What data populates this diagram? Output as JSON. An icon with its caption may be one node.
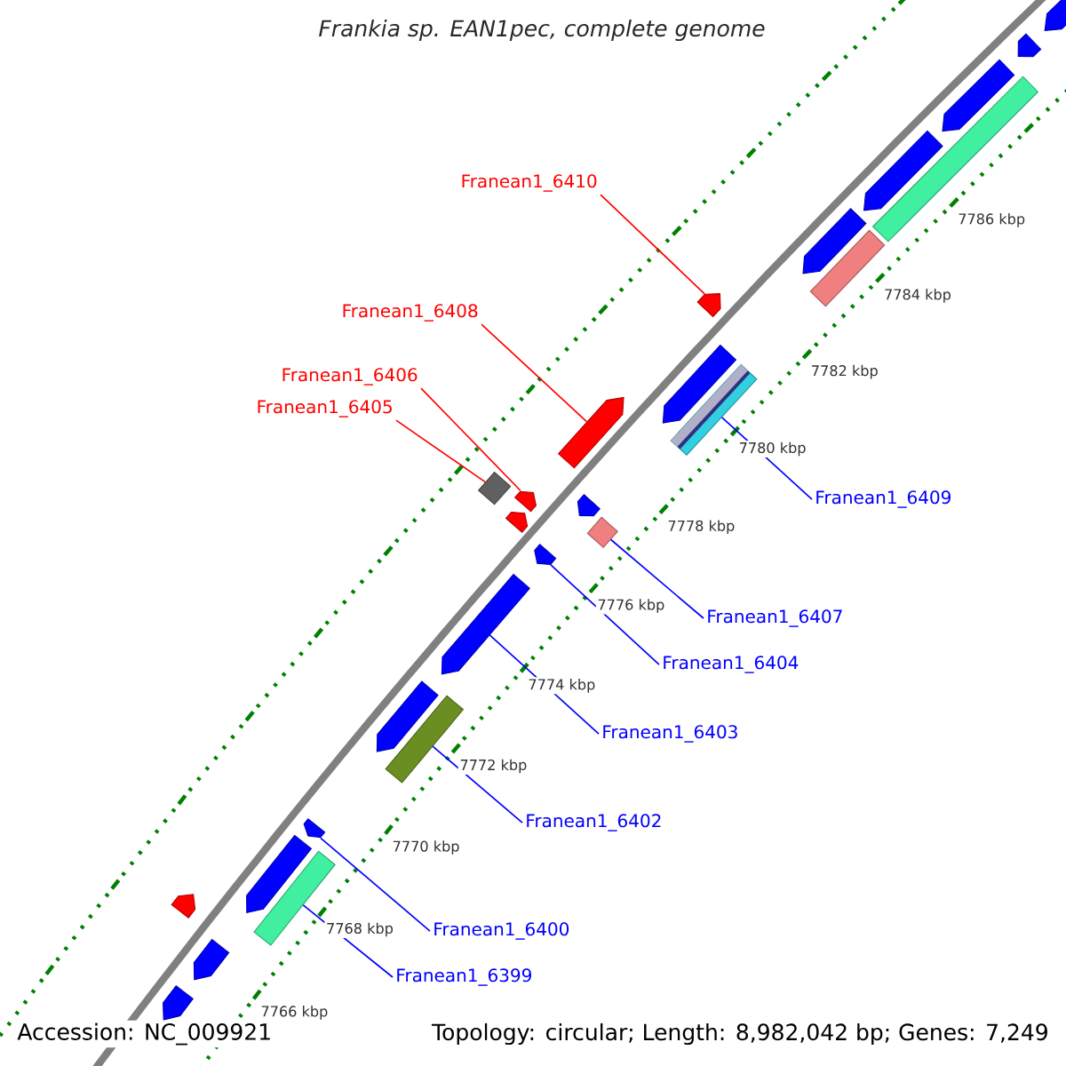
{
  "diagram": {
    "title": "Frankia sp. EAN1pec, complete genome",
    "nodes": [
      {
        "text": [
          "Franean1_6410"
        ]
      },
      {
        "text": [
          "Franean1_6408"
        ]
      },
      {
        "text": [
          "Franean1_6406"
        ]
      },
      {
        "text": [
          "Franean1_6405"
        ]
      },
      {
        "text": [
          "Franean1_6409"
        ]
      },
      {
        "text": [
          "Franean1_6407"
        ]
      },
      {
        "text": [
          "Franean1_6404"
        ]
      },
      {
        "text": [
          "Franean1_6403"
        ]
      },
      {
        "text": [
          "Franean1_6402"
        ]
      },
      {
        "text": [
          "Franean1_6400"
        ]
      },
      {
        "text": [
          "Franean1_6399"
        ]
      },
      {
        "text": [],
        "shape": "arrow"
      },
      {
        "text": [],
        "shape": "arrow"
      },
      {
        "text": [],
        "shape": "arrow"
      },
      {
        "text": [],
        "shape": "bar"
      },
      {
        "text": [],
        "shape": "arrow"
      },
      {
        "text": [],
        "shape": "arrow"
      },
      {
        "text": [],
        "shape": "bar"
      },
      {
        "text": [],
        "shape": "arrow"
      },
      {
        "text": [],
        "shape": "arrow"
      },
      {
        "text": [],
        "shape": "bar"
      },
      {
        "text": [],
        "shape": "arrow"
      },
      {
        "text": [],
        "shape": "bar"
      },
      {
        "text": [],
        "shape": "arrow"
      },
      {
        "text": [],
        "shape": "arrow"
      },
      {
        "text": [],
        "shape": "arrow"
      },
      {
        "text": [],
        "shape": "bar"
      },
      {
        "text": [],
        "shape": "arrow"
      },
      {
        "text": [],
        "shape": "arrow"
      },
      {
        "text": [],
        "shape": "arrow"
      },
      {
        "text": [],
        "shape": "bar"
      },
      {
        "text": [],
        "shape": "arrow"
      },
      {
        "text": [],
        "shape": "arrow"
      },
      {
        "text": [],
        "shape": "arrow"
      },
      {
        "text": [],
        "shape": "bar"
      },
      {
        "text": [],
        "shape": "arrow"
      },
      {
        "text": [],
        "shape": "arrow"
      }
    ],
    "edges": [
      {
        "from": 0,
        "to": 18,
        "arrow": "none",
        "color": "#ff0000"
      },
      {
        "from": 1,
        "to": 21,
        "arrow": "none",
        "color": "#ff0000"
      },
      {
        "from": 2,
        "to": 23,
        "arrow": "none",
        "color": "#ff0000"
      },
      {
        "from": 3,
        "to": 22,
        "arrow": "none",
        "color": "#ff0000"
      },
      {
        "from": 4,
        "to": 20,
        "arrow": "none"
      },
      {
        "from": 5,
        "to": 26,
        "arrow": "none"
      },
      {
        "from": 6,
        "to": 27,
        "arrow": "none"
      },
      {
        "from": 7,
        "to": 28,
        "arrow": "none"
      },
      {
        "from": 8,
        "to": 30,
        "arrow": "none"
      },
      {
        "from": 9,
        "to": 31,
        "arrow": "none"
      },
      {
        "from": 10,
        "to": 34,
        "arrow": "none"
      }
    ],
    "labels": [
      "7786 kbp",
      "7784 kbp",
      "7782 kbp",
      "7780 kbp",
      "7778 kbp",
      "7776 kbp",
      "7774 kbp",
      "7772 kbp",
      "7770 kbp",
      "7768 kbp",
      "7766 kbp",
      "Accession: NC_009921",
      "Topology: circular; Length: 8,982,042 bp; Genes: 7,249"
    ]
  }
}
